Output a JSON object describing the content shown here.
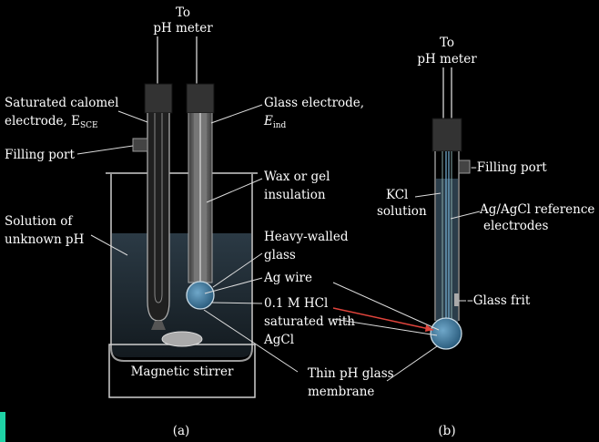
{
  "panel_a": {
    "to_meter": [
      "To",
      "pH meter"
    ],
    "sce_label": [
      "Saturated calomel",
      "electrode, E",
      "SCE"
    ],
    "glass_label": [
      "Glass electrode,",
      "E",
      "ind"
    ],
    "filling_port": "Filling port",
    "wax_label": [
      "Wax or gel",
      "insulation"
    ],
    "solution_label": [
      "Solution of",
      "unknown pH"
    ],
    "heavy_label": [
      "Heavy-walled",
      "glass"
    ],
    "ag_wire": "Ag wire",
    "hcl_label": [
      "0.1 M HCl",
      "saturated with",
      "AgCl"
    ],
    "stirrer_label": "Magnetic stirrer",
    "membrane_label": [
      "Thin pH glass",
      "membrane"
    ],
    "caption": "(a)"
  },
  "panel_b": {
    "to_meter": [
      "To",
      "pH meter"
    ],
    "filling_port": "Filling port",
    "kcl_label": [
      "KCl",
      "solution"
    ],
    "ref_label": [
      "Ag/AgCl reference",
      "electrodes"
    ],
    "frit_label": "Glass frit",
    "caption": "(b)"
  }
}
